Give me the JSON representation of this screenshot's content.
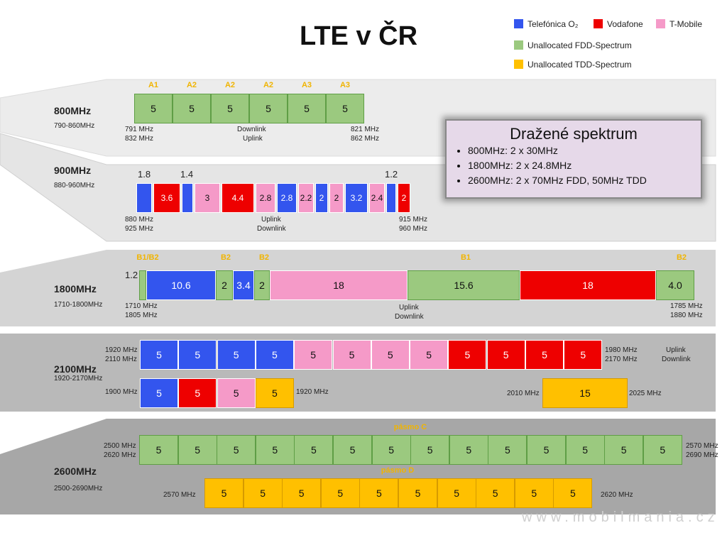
{
  "title": "LTE v ČR",
  "legend": [
    {
      "label": "Telefónica O₂",
      "color": "#3355ee"
    },
    {
      "label": "Vodafone",
      "color": "#ee0000"
    },
    {
      "label": "T-Mobile",
      "color": "#f59ac8"
    },
    {
      "label": "Unallocated FDD-Spectrum",
      "color": "#9bc97f"
    },
    {
      "label": "Unallocated TDD-Spectrum",
      "color": "#ffc000"
    }
  ],
  "info": {
    "title": "Dražené spektrum",
    "items": [
      "800MHz: 2 x 30MHz",
      "1800MHz: 2 x 24.8MHz",
      "2600MHz: 2 x 70MHz FDD, 50MHz TDD"
    ]
  },
  "bands": {
    "b800": {
      "name": "800MHz",
      "range": "790-860MHz",
      "blocks": [
        {
          "label": "A1",
          "value": "5",
          "owner": "fdd"
        },
        {
          "label": "A2",
          "value": "5",
          "owner": "fdd"
        },
        {
          "label": "A2",
          "value": "5",
          "owner": "fdd"
        },
        {
          "label": "A2",
          "value": "5",
          "owner": "fdd"
        },
        {
          "label": "A3",
          "value": "5",
          "owner": "fdd"
        },
        {
          "label": "A3",
          "value": "5",
          "owner": "fdd"
        }
      ],
      "left_freq": [
        "791 MHz",
        "832 MHz"
      ],
      "mid": [
        "Downlink",
        "Uplink"
      ],
      "right_freq": [
        "821 MHz",
        "862 MHz"
      ]
    },
    "b900": {
      "name": "900MHz",
      "range": "880-960MHz",
      "top_numbers": [
        "1.8",
        "1.4",
        "1.2"
      ],
      "blocks": [
        {
          "value": "",
          "owner": "o2"
        },
        {
          "value": "3.6",
          "owner": "vf"
        },
        {
          "value": "",
          "owner": "o2"
        },
        {
          "value": "3",
          "owner": "tm"
        },
        {
          "value": "4.4",
          "owner": "vf"
        },
        {
          "value": "2.8",
          "owner": "tm"
        },
        {
          "value": "2.8",
          "owner": "o2"
        },
        {
          "value": "2.2",
          "owner": "tm"
        },
        {
          "value": "2",
          "owner": "o2"
        },
        {
          "value": "2",
          "owner": "tm"
        },
        {
          "value": "3.2",
          "owner": "o2"
        },
        {
          "value": "2.4",
          "owner": "tm"
        },
        {
          "value": "",
          "owner": "o2"
        },
        {
          "value": "2",
          "owner": "vf"
        }
      ],
      "left_freq": [
        "880 MHz",
        "925 MHz"
      ],
      "mid": [
        "Uplink",
        "Downlink"
      ],
      "right_freq": [
        "915 MHz",
        "960 MHz"
      ]
    },
    "b1800": {
      "name": "1800MHz",
      "range": "1710-1800MHz",
      "top_number": "1.2",
      "sub_labels": [
        "B1/B2",
        "B2",
        "B2",
        "B1",
        "B2"
      ],
      "blocks": [
        {
          "value": "",
          "owner": "fdd"
        },
        {
          "value": "10.6",
          "owner": "o2"
        },
        {
          "value": "2",
          "owner": "fdd"
        },
        {
          "value": "3.4",
          "owner": "o2"
        },
        {
          "value": "2",
          "owner": "fdd"
        },
        {
          "value": "18",
          "owner": "tm"
        },
        {
          "value": "15.6",
          "owner": "fdd"
        },
        {
          "value": "18",
          "owner": "vf"
        },
        {
          "value": "4.0",
          "owner": "fdd"
        }
      ],
      "left_freq": [
        "1710 MHz",
        "1805 MHz"
      ],
      "mid": [
        "Uplink",
        "Downlink"
      ],
      "right_freq": [
        "1785 MHz",
        "1880 MHz"
      ]
    },
    "b2100": {
      "name": "2100MHz",
      "range": "1920-2170MHz",
      "fdd_left": [
        "1920 MHz",
        "2110 MHz"
      ],
      "fdd_right": [
        "1980 MHz",
        "2170 MHz"
      ],
      "fdd_dir": [
        "Uplink",
        "Downlink"
      ],
      "fdd_blocks": [
        {
          "value": "5",
          "owner": "o2"
        },
        {
          "value": "5",
          "owner": "o2"
        },
        {
          "value": "5",
          "owner": "o2"
        },
        {
          "value": "5",
          "owner": "o2"
        },
        {
          "value": "5",
          "owner": "tm"
        },
        {
          "value": "5",
          "owner": "tm"
        },
        {
          "value": "5",
          "owner": "tm"
        },
        {
          "value": "5",
          "owner": "tm"
        },
        {
          "value": "5",
          "owner": "vf"
        },
        {
          "value": "5",
          "owner": "vf"
        },
        {
          "value": "5",
          "owner": "vf"
        },
        {
          "value": "5",
          "owner": "vf"
        }
      ],
      "tdd_left": "1900 MHz",
      "tdd_mid_right": "1920 MHz",
      "tdd_blocks": [
        {
          "value": "5",
          "owner": "o2"
        },
        {
          "value": "5",
          "owner": "vf"
        },
        {
          "value": "5",
          "owner": "tm"
        },
        {
          "value": "5",
          "owner": "tdd"
        }
      ],
      "tdd2_left": "2010 MHz",
      "tdd2_value": "15",
      "tdd2_right": "2025 MHz"
    },
    "b2600": {
      "name": "2600MHz",
      "range": "2500-2690MHz",
      "c_label": "pásmo C",
      "c_left": [
        "2500 MHz",
        "2620 MHz"
      ],
      "c_right": [
        "2570 MHz",
        "2690 MHz"
      ],
      "c_blocks": [
        "5",
        "5",
        "5",
        "5",
        "5",
        "5",
        "5",
        "5",
        "5",
        "5",
        "5",
        "5",
        "5",
        "5"
      ],
      "d_label": "pásmo D",
      "d_left": "2570 MHz",
      "d_right": "2620 MHz",
      "d_blocks": [
        "5",
        "5",
        "5",
        "5",
        "5",
        "5",
        "5",
        "5",
        "5",
        "5"
      ]
    }
  },
  "watermark": "www.mobilmania.cz",
  "colors": {
    "o2": "#3355ee",
    "vf": "#ee0000",
    "tm": "#f59ac8",
    "fdd": "#9bc97f",
    "tdd": "#ffc000"
  }
}
